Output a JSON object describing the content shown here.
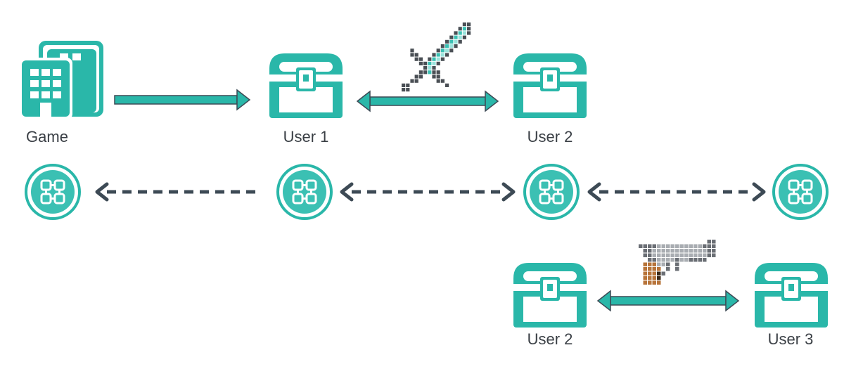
{
  "colors": {
    "teal": "#2ab7a9",
    "dark": "#3d4a55",
    "node_ring": "#2ab7a9",
    "node_fill": "#3bc0b3"
  },
  "nodes": {
    "game": {
      "label": "Game",
      "icon": "building-icon"
    },
    "user1_top": {
      "label": "User 1",
      "icon": "treasure-chest-icon"
    },
    "user2_top": {
      "label": "User 2",
      "icon": "treasure-chest-icon"
    },
    "user2_bottom": {
      "label": "User 2",
      "icon": "treasure-chest-icon"
    },
    "user3_bottom": {
      "label": "User 3",
      "icon": "treasure-chest-icon"
    }
  },
  "items": {
    "sword": {
      "icon": "pixel-sword-icon"
    },
    "gun": {
      "icon": "pixel-gun-icon"
    }
  },
  "blockchain": {
    "node_count": 4,
    "icon": "blockchain-node-icon"
  }
}
